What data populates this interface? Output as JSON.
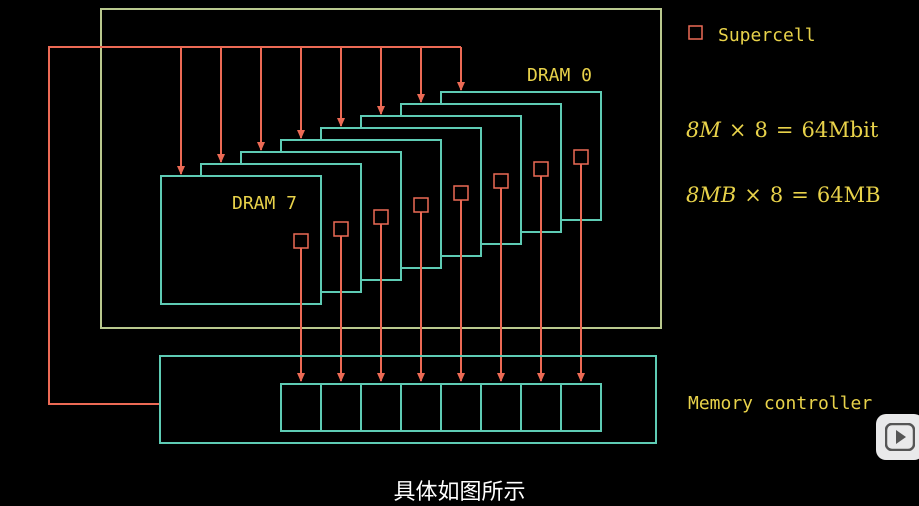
{
  "legend": {
    "supercell": "Supercell"
  },
  "labels": {
    "dram_front": "DRAM 7",
    "dram_back": "DRAM 0",
    "memory_controller": "Memory controller"
  },
  "equations": {
    "eq1": {
      "lhs": "8M",
      "times": "×",
      "mult": "8",
      "eq": "=",
      "rhs": "64Mbit"
    },
    "eq2": {
      "lhs": "8MB",
      "times": "×",
      "mult": "8",
      "eq": "=",
      "rhs": "64MB"
    }
  },
  "subtitle": "具体如图所示",
  "colors": {
    "outer_box": "#b9c98e",
    "dram": "#5ecbb4",
    "arrow": "#ec6a55",
    "label": "#e8d24a",
    "background": "#000000"
  },
  "play_button": {
    "icon": "play-icon"
  }
}
